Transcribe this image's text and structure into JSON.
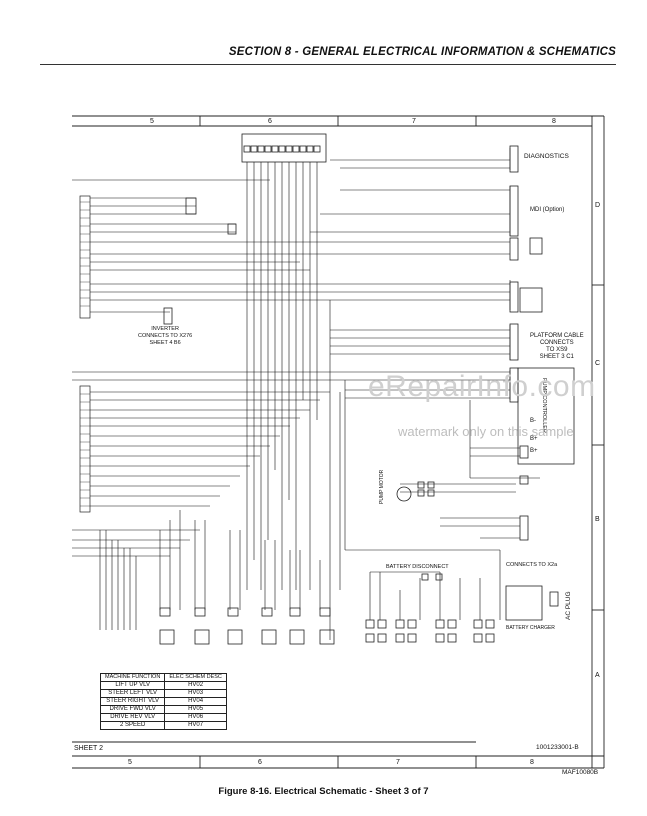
{
  "header": {
    "section_title": "SECTION 8 - GENERAL ELECTRICAL INFORMATION & SCHEMATICS"
  },
  "grid": {
    "top_columns": [
      "5",
      "6",
      "7",
      "8"
    ],
    "bottom_columns": [
      "5",
      "6",
      "7",
      "8"
    ],
    "rows": [
      "D",
      "C",
      "B",
      "A"
    ]
  },
  "labels": {
    "diagnostics": "DIAGNOSTICS",
    "mdi": "MDI (Option)",
    "platform_cable": [
      "PLATFORM CABLE",
      "CONNECTS",
      "TO XS9",
      "SHEET 3 C1"
    ],
    "inverter": [
      "INVERTER",
      "CONNECTS TO X276",
      "SHEET 4 B6"
    ],
    "pump_controller": "PUMP CONTROLLER",
    "battery_disconnect": "BATTERY DISCONNECT",
    "connects_to_x2a": "CONNECTS TO X2a",
    "battery_charger": "BATTERY CHARGER",
    "ac_plug": "AC PLUG",
    "pump_motor": "PUMP MOTOR",
    "b_plus": "B+",
    "b_plus2": "B+",
    "b_minus": "B-",
    "sheet": "SHEET 2",
    "drawing_number": "1001233001-B",
    "figure_id": "MAF10080B"
  },
  "machine_function_table": {
    "headers": [
      "MACHINE FUNCTION",
      "ELEC SCHEM DESC"
    ],
    "rows": [
      [
        "LIFT UP VLV",
        "HV02"
      ],
      [
        "STEER LEFT VLV",
        "HV03"
      ],
      [
        "STEER RIGHT VLV",
        "HV04"
      ],
      [
        "DRIVE FWD VLV",
        "HV05"
      ],
      [
        "DRIVE REV VLV",
        "HV06"
      ],
      [
        "2 SPEED",
        "HV07"
      ]
    ]
  },
  "watermark": {
    "site": "eRepairInfo.com",
    "note": "watermark only on this sample"
  },
  "caption": "Figure 8-16.   Electrical Schematic - Sheet 3 of 7"
}
